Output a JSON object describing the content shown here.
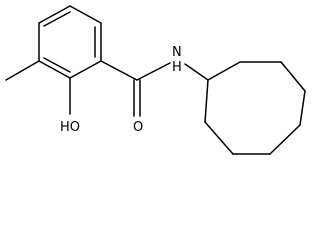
{
  "molecule": {
    "atoms": {
      "nitrogen": "N",
      "hydrogen": "H",
      "carbonyl_oxygen": "O",
      "hydroxyl": "HO"
    },
    "colors": {
      "bond": "#000000",
      "label": "#000000",
      "background": "#ffffff"
    }
  }
}
